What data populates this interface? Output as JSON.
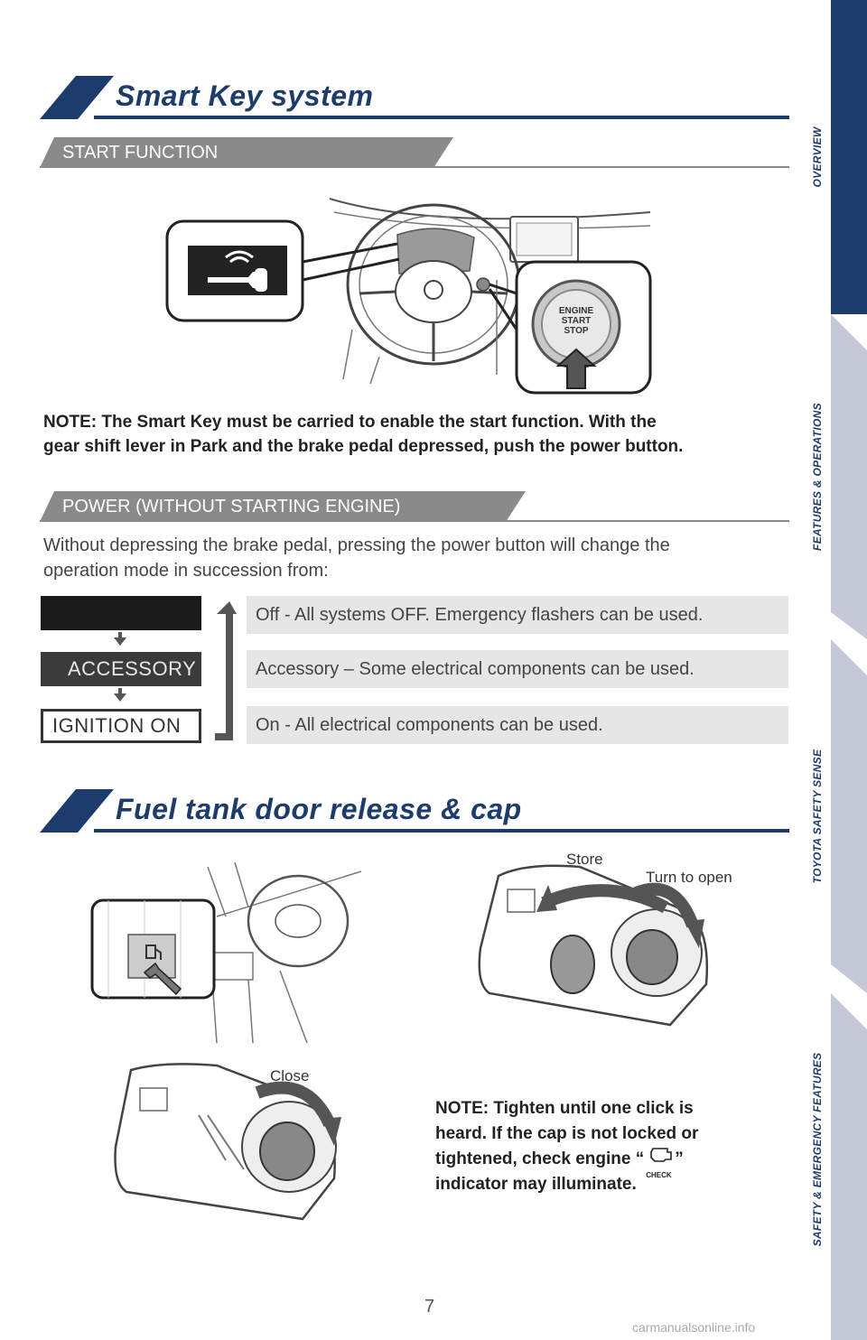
{
  "section1": {
    "title": "Smart Key system"
  },
  "start_function": {
    "label": "START FUNCTION"
  },
  "engine_button": {
    "line1": "ENGINE",
    "line2": "START",
    "line3": "STOP"
  },
  "note1": {
    "line1": "NOTE: The Smart Key must be carried to enable the start function. With the",
    "line2": "gear shift lever in Park and the brake pedal depressed, push the power button."
  },
  "power": {
    "label": "POWER (WITHOUT STARTING ENGINE)"
  },
  "power_desc": {
    "line1": "Without depressing the brake pedal, pressing the power button will change the",
    "line2": "operation mode in succession from:"
  },
  "modes": [
    {
      "box": "",
      "text": "Off - All systems OFF. Emergency flashers can be used."
    },
    {
      "box": "ACCESSORY",
      "text": "Accessory – Some electrical components can be used."
    },
    {
      "box": "IGNITION ON",
      "text": "On - All electrical components can be used."
    }
  ],
  "section2": {
    "title": "Fuel tank door release & cap"
  },
  "callouts": {
    "store": "Store",
    "turn": "Turn to open",
    "close": "Close"
  },
  "note2": {
    "line1": "NOTE: Tighten until one click is",
    "line2": "heard. If the cap is not locked or",
    "line3a": "tightened, check engine “",
    "line3b": "”",
    "line4": "indicator may illuminate.",
    "check": "CHECK"
  },
  "side_tabs": [
    "OVERVIEW",
    "FEATURES & OPERATIONS",
    "TOYOTA SAFETY SENSE",
    "SAFETY & EMERGENCY FEATURES"
  ],
  "page_number": "7",
  "watermark": "carmanualsonline.info"
}
